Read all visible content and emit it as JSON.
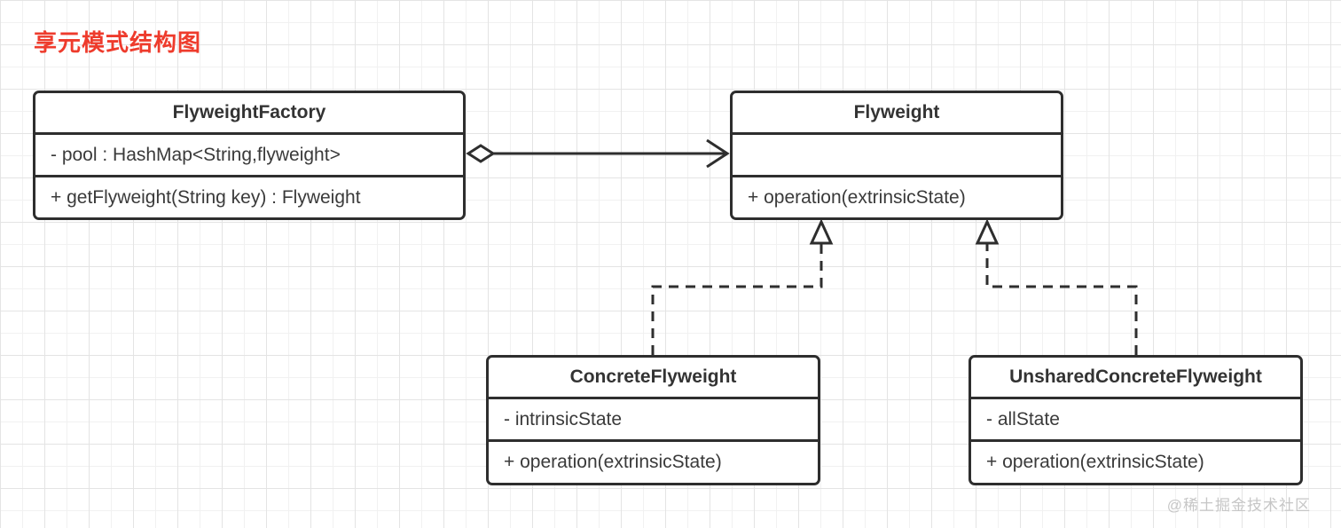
{
  "page": {
    "title": "享元模式结构图",
    "watermark": "@稀土掘金技术社区"
  },
  "diagram": {
    "classes": [
      {
        "name": "FlyweightFactory",
        "attribute": "- pool : HashMap<String,flyweight>",
        "method": "+ getFlyweight(String key) : Flyweight"
      },
      {
        "name": "Flyweight",
        "attribute": "",
        "method": "+ operation(extrinsicState)"
      },
      {
        "name": "ConcreteFlyweight",
        "attribute": "- intrinsicState",
        "method": "+ operation(extrinsicState)"
      },
      {
        "name": "UnsharedConcreteFlyweight",
        "attribute": "- allState",
        "method": "+ operation(extrinsicState)"
      }
    ],
    "relations": [
      {
        "from": "FlyweightFactory",
        "to": "Flyweight",
        "type": "aggregation (open diamond, open arrow)"
      },
      {
        "from": "ConcreteFlyweight",
        "to": "Flyweight",
        "type": "realization (dashed, hollow triangle)"
      },
      {
        "from": "UnsharedConcreteFlyweight",
        "to": "Flyweight",
        "type": "realization (dashed, hollow triangle)"
      }
    ],
    "colors": {
      "title_red": "#ee3b2c",
      "line_dark": "#2e2e2e",
      "text_dark": "#3a3a3a",
      "grid_major": "#e4e4e4",
      "grid_minor": "#f1f1f1",
      "watermark_gray": "#c6c6c6",
      "background": "#ffffff"
    }
  }
}
